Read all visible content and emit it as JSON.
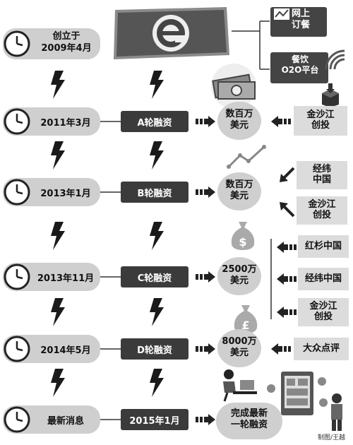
{
  "rows": [
    {
      "date": "创立于\n2009年4月"
    },
    {
      "date": "2011年3月",
      "round": "A轮融资",
      "amount": "数百万\n美元"
    },
    {
      "date": "2013年1月",
      "round": "B轮融资",
      "amount": "数百万\n美元"
    },
    {
      "date": "2013年11月",
      "round": "C轮融资",
      "amount": "2500万\n美元"
    },
    {
      "date": "2014年5月",
      "round": "D轮融资",
      "amount": "8000万\n美元"
    },
    {
      "date": "最新消息",
      "round": "2015年1月",
      "amount": "完成最新\n一轮融资"
    }
  ],
  "top_services": [
    "网上\n订餐",
    "餐饮\nO2O平台"
  ],
  "investors": {
    "a": [
      "金沙江\n创投"
    ],
    "b": [
      "经纬\n中国",
      "金沙江\n创投"
    ],
    "c": [
      "红杉中国",
      "经纬中国",
      "金沙江\n创投"
    ],
    "d": [
      "大众点评"
    ]
  },
  "credit": "制图/王越",
  "colors": {
    "pill": "#cfcfcf",
    "dark": "#3b3b3b",
    "bolt": "#1a1a1a"
  }
}
